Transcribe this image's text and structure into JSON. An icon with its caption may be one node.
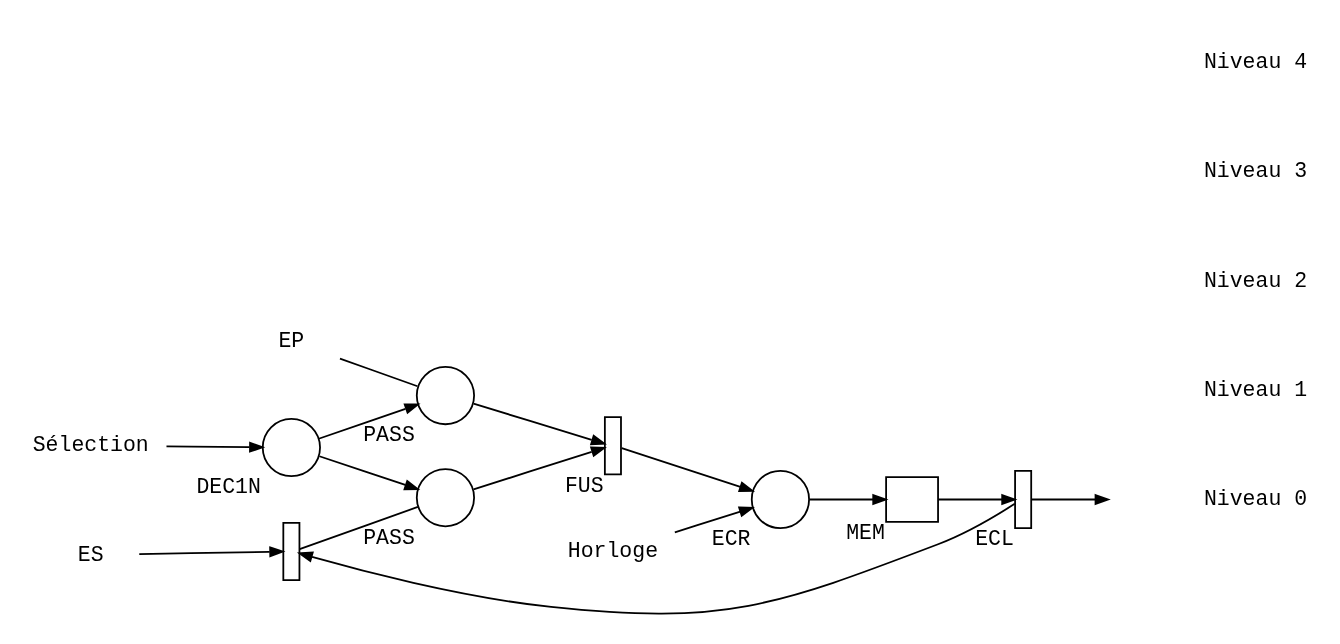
{
  "diagram": {
    "nodes": [
      {
        "text": [
          "Horloge"
        ]
      },
      {
        "text": [
          "Sélection"
        ]
      },
      {
        "text": [],
        "shape": "circle",
        "beside": [
          "DEC1N"
        ]
      },
      {
        "text": [
          "ES"
        ]
      },
      {
        "text": [
          "EP"
        ]
      },
      {
        "text": [],
        "shape": "bar"
      },
      {
        "text": [],
        "shape": "circle",
        "beside": [
          "PASS"
        ]
      },
      {
        "text": [],
        "shape": "circle",
        "beside": [
          "PASS"
        ]
      },
      {
        "text": [],
        "shape": "bar",
        "beside": [
          "FUS"
        ]
      },
      {
        "text": [],
        "shape": "circle",
        "beside": [
          "ECR"
        ]
      },
      {
        "text": [],
        "shape": "box",
        "beside": [
          "MEM"
        ]
      },
      {
        "text": [],
        "shape": "bar",
        "beside": [
          "ECL"
        ]
      }
    ],
    "edges": [
      {
        "from": 0,
        "to": 9,
        "arrow": "to"
      },
      {
        "from": 1,
        "to": 2,
        "arrow": "to"
      },
      {
        "from": 2,
        "to": 6,
        "arrow": "to"
      },
      {
        "from": 2,
        "to": 7,
        "arrow": "to"
      },
      {
        "from": 11,
        "to": 5,
        "arrow": "to"
      },
      {
        "from": 3,
        "to": 5,
        "arrow": "to"
      },
      {
        "from": 5,
        "to": 6,
        "arrow": "none"
      },
      {
        "from": 4,
        "to": 7,
        "arrow": "none"
      },
      {
        "from": 6,
        "to": 8,
        "arrow": "to"
      },
      {
        "from": 7,
        "to": 8,
        "arrow": "to"
      },
      {
        "from": 8,
        "to": 9,
        "arrow": "to"
      },
      {
        "from": 9,
        "to": 10,
        "arrow": "to"
      },
      {
        "from": 10,
        "to": 11,
        "arrow": "to"
      },
      {
        "from": 11,
        "to": null,
        "arrow": "to"
      }
    ],
    "labels": [
      "Niveau 4",
      "Niveau 3",
      "Niveau 2",
      "Niveau 1",
      "Niveau 0"
    ]
  }
}
